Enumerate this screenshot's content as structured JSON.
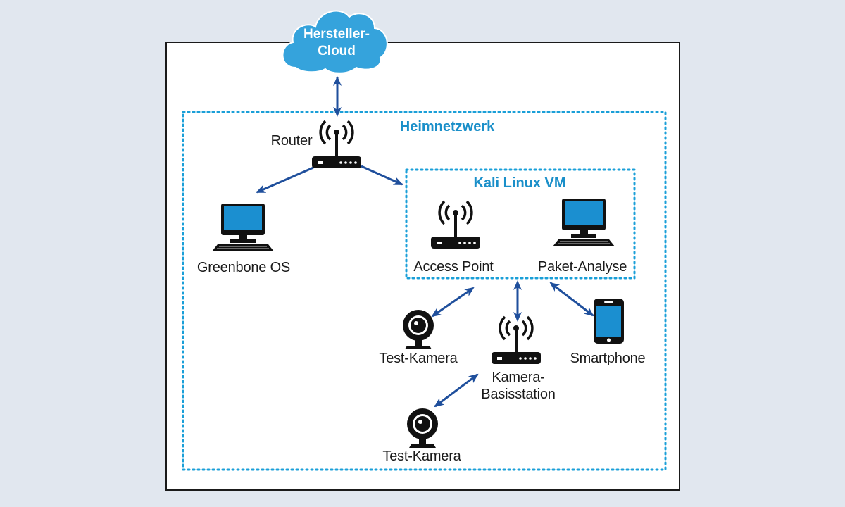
{
  "cloud": {
    "line1": "Hersteller-",
    "line2": "Cloud"
  },
  "zones": {
    "home_network": "Heimnetzwerk",
    "kali_vm": "Kali Linux VM"
  },
  "nodes": {
    "router": "Router",
    "greenbone": "Greenbone OS",
    "access_point": "Access Point",
    "packet_analysis": "Paket-Analyse",
    "test_camera_1": "Test-Kamera",
    "camera_base_line1": "Kamera-",
    "camera_base_line2": "Basisstation",
    "smartphone": "Smartphone",
    "test_camera_2": "Test-Kamera"
  },
  "colors": {
    "background": "#e1e7ef",
    "frame": "#1a1a1a",
    "zone_border": "#1a9fd8",
    "zone_title": "#1a8fc9",
    "arrow": "#1f4f9c",
    "cloud": "#35a3dc",
    "device": "#111111"
  },
  "connections": [
    {
      "from": "Hersteller-Cloud",
      "to": "Router",
      "direction": "both"
    },
    {
      "from": "Router",
      "to": "Greenbone OS",
      "direction": "forward"
    },
    {
      "from": "Router",
      "to": "Kali Linux VM",
      "direction": "forward"
    },
    {
      "from": "Access Point",
      "to": "Test-Kamera",
      "direction": "both"
    },
    {
      "from": "Kali Linux VM",
      "to": "Kamera-Basisstation",
      "direction": "both"
    },
    {
      "from": "Paket-Analyse",
      "to": "Smartphone",
      "direction": "both"
    },
    {
      "from": "Kamera-Basisstation",
      "to": "Test-Kamera",
      "direction": "both"
    }
  ]
}
